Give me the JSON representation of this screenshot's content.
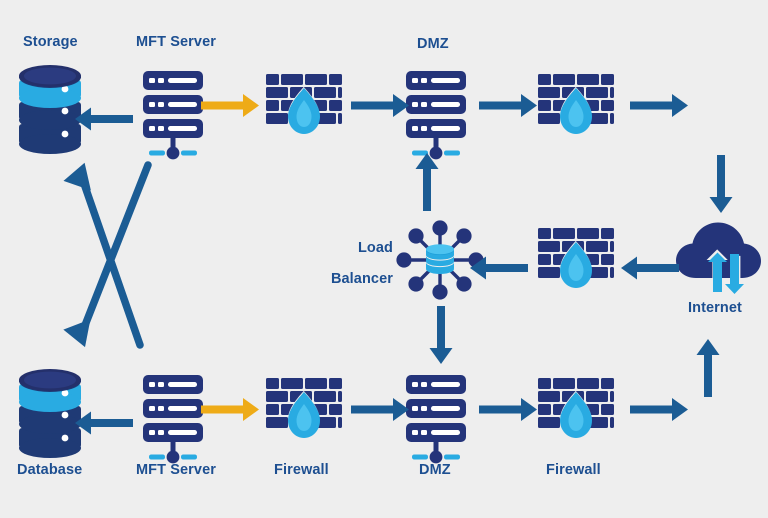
{
  "diagram": {
    "title": "MFT network architecture with DMZ, firewalls and load balancer",
    "background_color": "#eeeeee",
    "colors": {
      "navy_dark": "#1f3a75",
      "navy": "#1d4f91",
      "arrow_blue": "#1b5c94",
      "light_blue": "#29abe2",
      "gold": "#eeab17",
      "white": "#ffffff",
      "label_text": "#1d4f91"
    },
    "labels": {
      "storage": "Storage",
      "mft_server_top": "MFT Server",
      "dmz_top": "DMZ",
      "internet": "Internet",
      "load_balancer_line1": "Load",
      "load_balancer_line2": "Balancer",
      "database": "Database",
      "mft_server_bottom": "MFT Server",
      "firewall_bottom_left": "Firewall",
      "dmz_bottom": "DMZ",
      "firewall_bottom_right": "Firewall"
    },
    "nodes": [
      {
        "id": "storage-top",
        "icon": "storage-icon",
        "label": "Storage",
        "label_position": "above"
      },
      {
        "id": "mft-server-top",
        "icon": "server-icon",
        "label": "MFT Server",
        "label_position": "above"
      },
      {
        "id": "firewall-top-left",
        "icon": "firewall-icon",
        "label": "",
        "label_position": "none"
      },
      {
        "id": "dmz-top",
        "icon": "server-icon",
        "label": "DMZ",
        "label_position": "above"
      },
      {
        "id": "firewall-top-right",
        "icon": "firewall-icon",
        "label": "",
        "label_position": "none"
      },
      {
        "id": "internet",
        "icon": "cloud-icon",
        "label": "Internet",
        "label_position": "below"
      },
      {
        "id": "firewall-middle",
        "icon": "firewall-icon",
        "label": "",
        "label_position": "none"
      },
      {
        "id": "load-balancer",
        "icon": "load-balancer-icon",
        "label": "Load Balancer",
        "label_position": "left"
      },
      {
        "id": "database-bottom",
        "icon": "storage-icon",
        "label": "Database",
        "label_position": "below"
      },
      {
        "id": "mft-server-bottom",
        "icon": "server-icon",
        "label": "MFT Server",
        "label_position": "below"
      },
      {
        "id": "firewall-bottom-left",
        "icon": "firewall-icon",
        "label": "Firewall",
        "label_position": "below"
      },
      {
        "id": "dmz-bottom",
        "icon": "server-icon",
        "label": "DMZ",
        "label_position": "below"
      },
      {
        "id": "firewall-bottom-right",
        "icon": "firewall-icon",
        "label": "Firewall",
        "label_position": "below"
      }
    ],
    "connections": [
      {
        "id": "arrow-mft-to-storage-top",
        "direction": "left",
        "color": "#1b5c94"
      },
      {
        "id": "arrow-mft-to-firewall-top",
        "direction": "right",
        "color": "#eeab17"
      },
      {
        "id": "arrow-firewall-to-dmz-top",
        "direction": "right",
        "color": "#1b5c94"
      },
      {
        "id": "arrow-dmz-to-firewall-top",
        "direction": "right",
        "color": "#1b5c94"
      },
      {
        "id": "arrow-firewall-to-edge-top",
        "direction": "right",
        "color": "#1b5c94"
      },
      {
        "id": "arrow-down-to-internet",
        "direction": "down",
        "color": "#1b5c94"
      },
      {
        "id": "arrow-internet-to-firewall-mid",
        "direction": "left",
        "color": "#1b5c94"
      },
      {
        "id": "arrow-firewall-to-lb",
        "direction": "left",
        "color": "#1b5c94"
      },
      {
        "id": "arrow-lb-to-dmz-up",
        "direction": "up",
        "color": "#1b5c94"
      },
      {
        "id": "arrow-lb-to-dmz-down",
        "direction": "down",
        "color": "#1b5c94"
      },
      {
        "id": "arrow-up-from-bottom-right",
        "direction": "up",
        "color": "#1b5c94"
      },
      {
        "id": "arrow-mft-to-database-bottom",
        "direction": "left",
        "color": "#1b5c94"
      },
      {
        "id": "arrow-mft-to-firewall-bottom",
        "direction": "right",
        "color": "#eeab17"
      },
      {
        "id": "arrow-firewall-to-dmz-bottom",
        "direction": "right",
        "color": "#1b5c94"
      },
      {
        "id": "arrow-dmz-to-firewall-bottom",
        "direction": "right",
        "color": "#1b5c94"
      },
      {
        "id": "arrow-firewall-to-edge-bottom",
        "direction": "right",
        "color": "#1b5c94"
      },
      {
        "id": "arrow-cross-up-left",
        "direction": "diagonal-up-left",
        "color": "#1b5c94"
      },
      {
        "id": "arrow-cross-down-left",
        "direction": "diagonal-down-left",
        "color": "#1b5c94"
      }
    ]
  }
}
